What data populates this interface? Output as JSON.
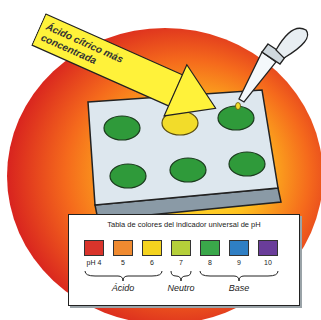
{
  "diagram": {
    "nodes": [
      {
        "text": [
          "Ácido cítrico más concentrada"
        ]
      },
      {
        "text": [
          "Tabla de colores del indicador universal de pH"
        ]
      }
    ],
    "labels": [
      "Ácido",
      "Neutro",
      "Base"
    ],
    "legend": [
      {
        "text": "pH 4",
        "color": "#d9342b"
      },
      {
        "text": "5",
        "color": "#f08a30"
      },
      {
        "text": "6",
        "color": "#f4d31f"
      },
      {
        "text": "7",
        "color": "#b5cf3a"
      },
      {
        "text": "8",
        "color": "#3aa84a"
      },
      {
        "text": "9",
        "color": "#2f7fc4"
      },
      {
        "text": "10",
        "color": "#6a3d9a"
      }
    ]
  }
}
